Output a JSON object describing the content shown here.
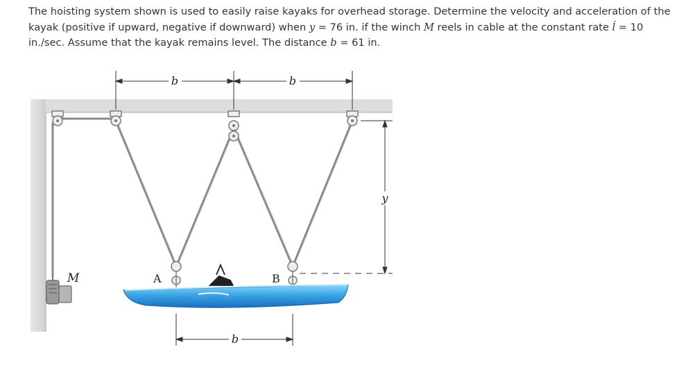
{
  "problem": {
    "part1": "The hoisting system shown is used to easily raise kayaks for overhead storage. Determine the velocity and acceleration of the kayak (positive if upward, negative if downward) when ",
    "y_symbol": "y",
    "part2": " = 76 in. if the winch ",
    "m_symbol": "M",
    "part3": " reels in cable at the constant rate ",
    "ldot_symbol": "l̇",
    "part4": " = 10 in./sec. Assume that the kayak remains level. The distance ",
    "b_symbol": "b",
    "part5": " = 61 in."
  },
  "figure": {
    "labels": {
      "b_top_left": "b",
      "b_top_right": "b",
      "b_bottom": "b",
      "y": "y",
      "M": "M",
      "A": "A",
      "B": "B"
    },
    "colors": {
      "ceiling": "#dcdcdc",
      "cable": "#7d7d7d",
      "kayak_light": "#6cc6f2",
      "kayak_dark": "#1f7fd0",
      "winch": "#8c8c8c"
    }
  }
}
